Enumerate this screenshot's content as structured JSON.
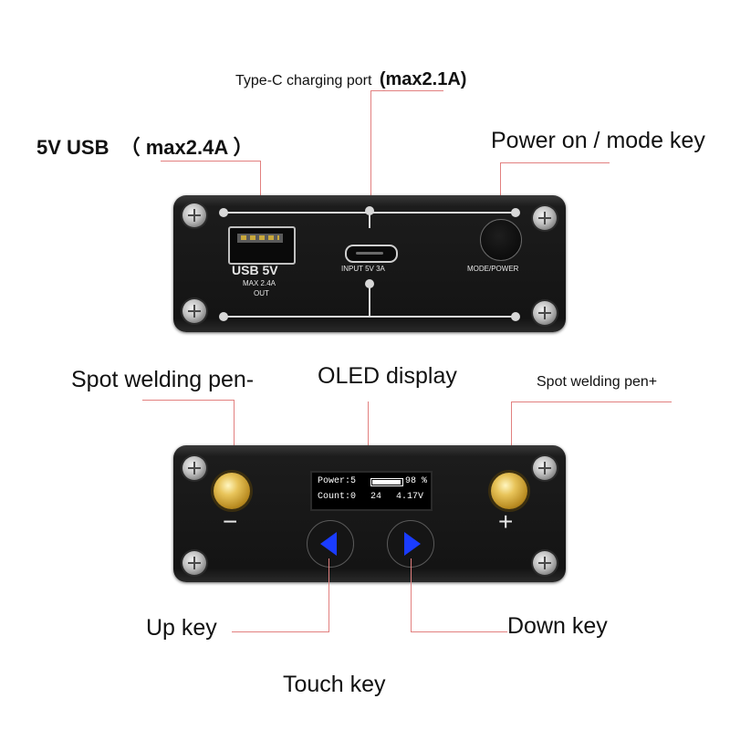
{
  "labels": {
    "typec_port_text": "Type-C charging port",
    "typec_port_max": "(max2.1A)",
    "usb_label_text": "5V USB",
    "usb_label_max": "（ max2.4A ）",
    "power_mode_key": "Power on / mode key",
    "spot_pen_minus": "Spot welding pen-",
    "oled_display": "OLED display",
    "spot_pen_plus": "Spot welding pen+",
    "up_key": "Up key",
    "down_key": "Down key",
    "touch_key": "Touch key"
  },
  "front_panel": {
    "usb_silk": "USB 5V",
    "usb_silk_sub1": "MAX 2.4A",
    "usb_silk_sub2": "OUT",
    "typec_silk": "INPUT  5V 3A",
    "mode_silk": "MODE/POWER"
  },
  "back_panel": {
    "minus_symbol": "−",
    "plus_symbol": "+",
    "oled": {
      "power_label": "Power:5",
      "battery_percent": "98 %",
      "battery_fill": 0.98,
      "count_label": "Count:0",
      "count_value": "24",
      "voltage": "4.17V"
    }
  },
  "colors": {
    "leader_line": "#e2807f",
    "touch_arrow": "#1a3cff",
    "panel": "#161616"
  }
}
